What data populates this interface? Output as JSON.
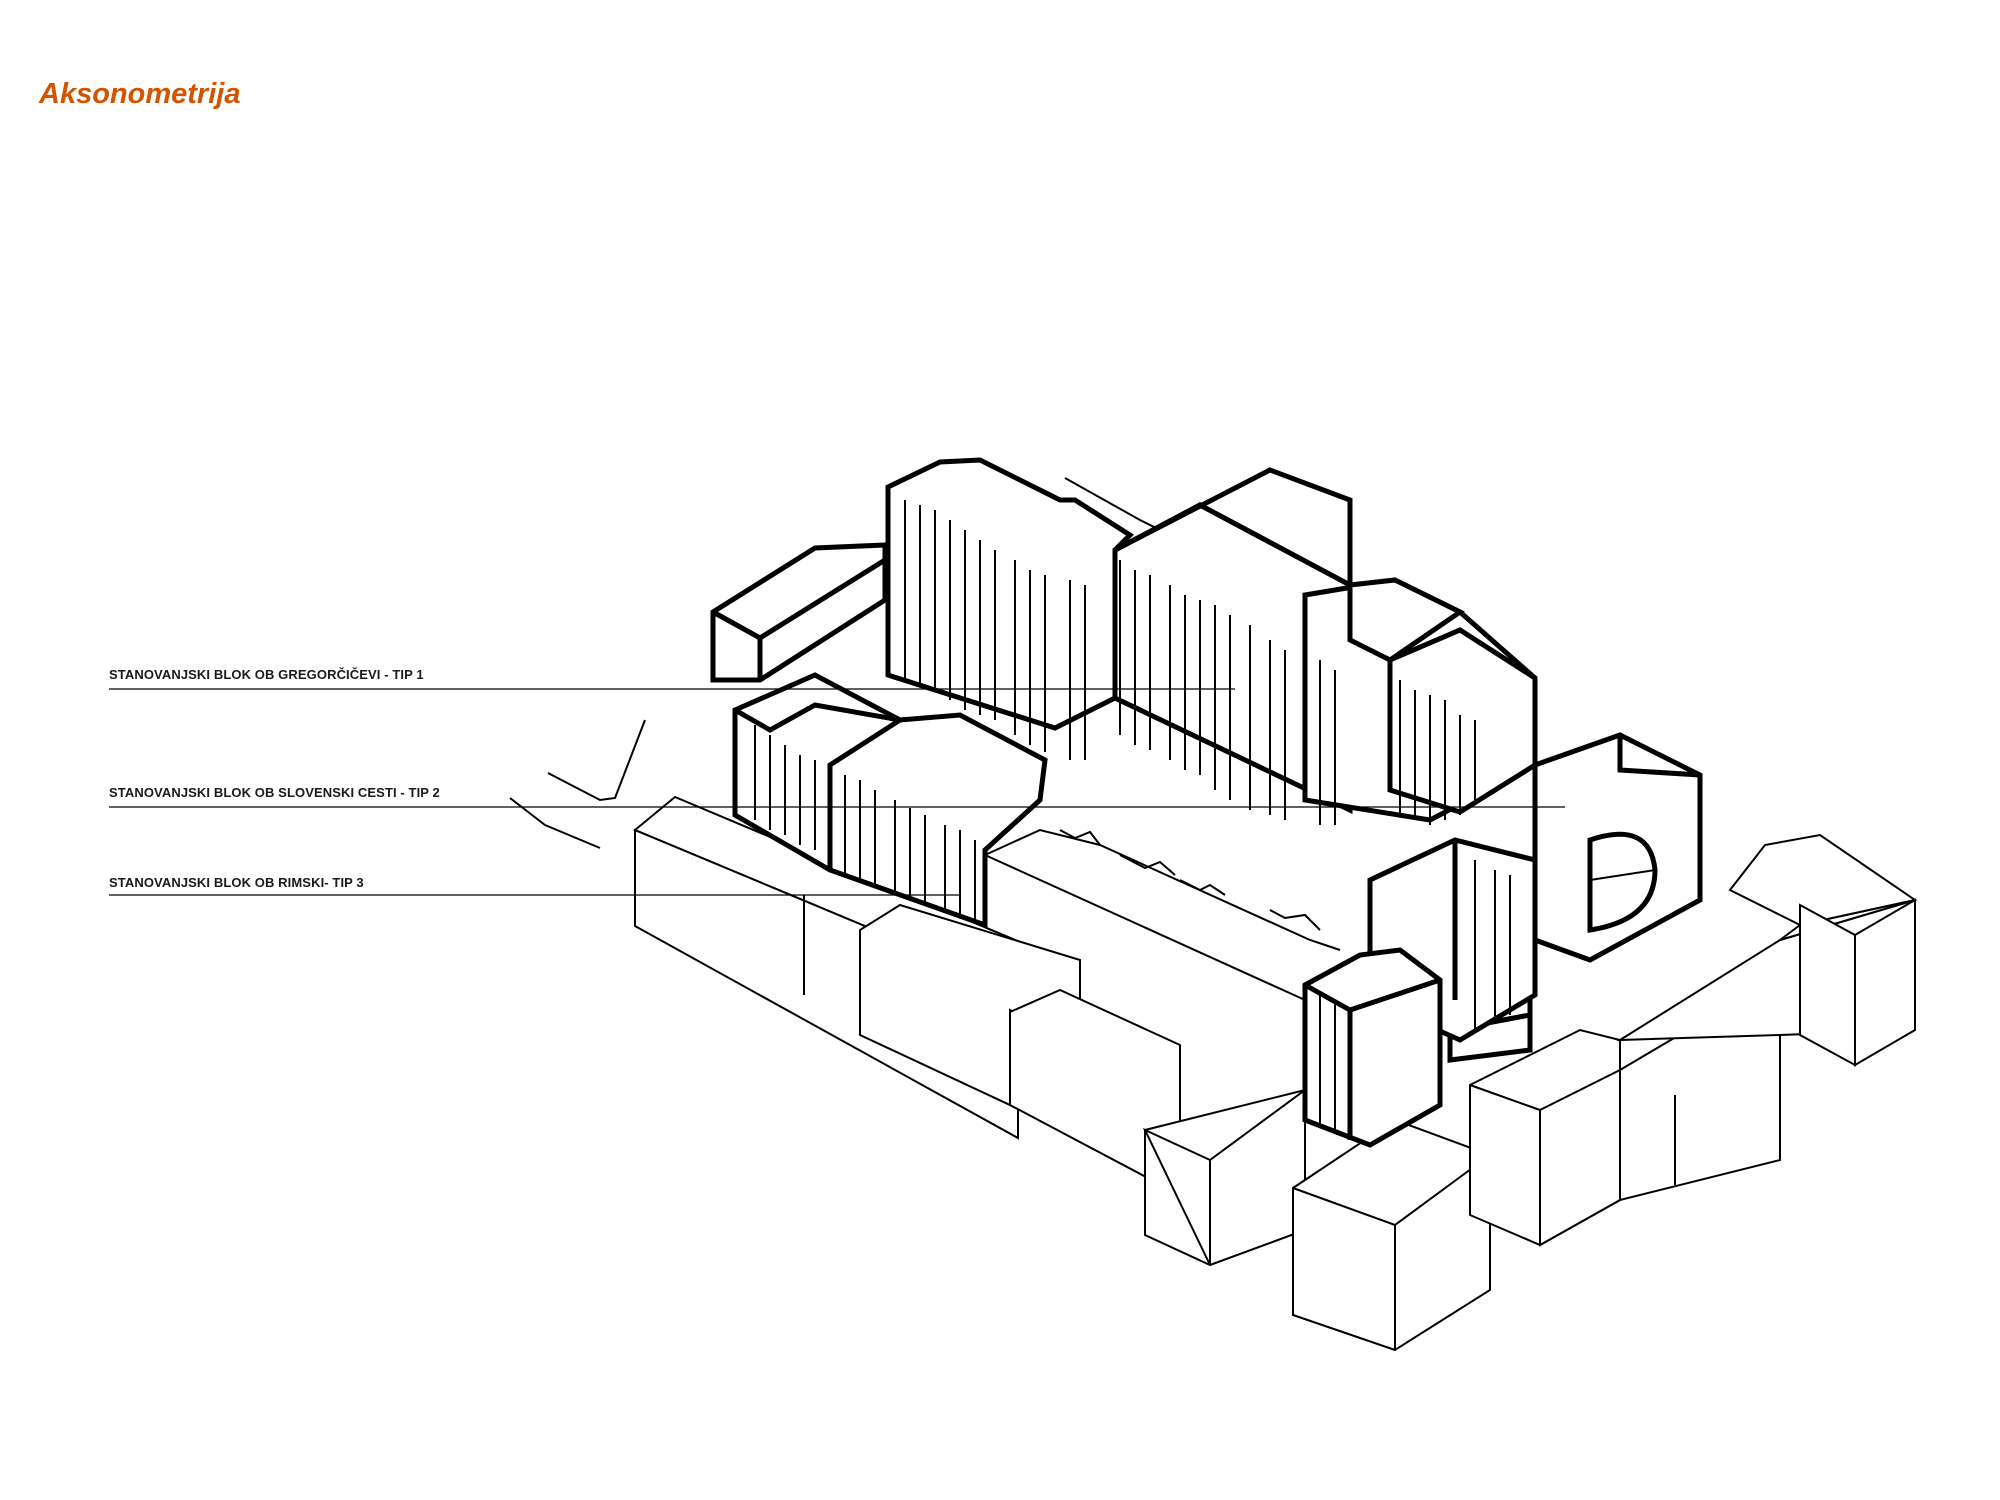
{
  "page": {
    "title": "Aksonometrija",
    "accent_color": "#d35400"
  },
  "callouts": [
    {
      "label": "STANOVANJSKI BLOK OB GREGORČIČEVI -  TIP 1"
    },
    {
      "label": "STANOVANJSKI BLOK OB SLOVENSKI CESTI -  TIP 2"
    },
    {
      "label": "STANOVANJSKI BLOK OB RIMSKI-  TIP 3"
    }
  ]
}
